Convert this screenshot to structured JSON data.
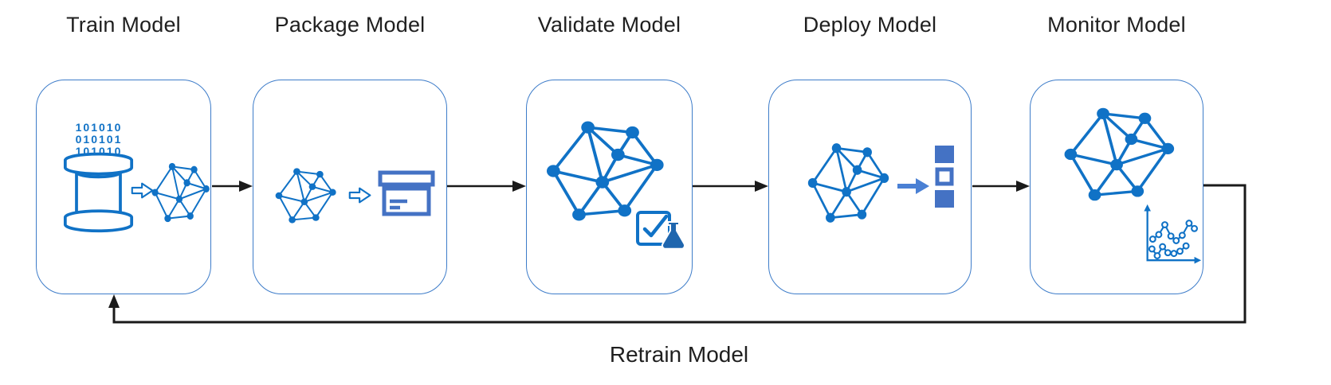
{
  "pipeline": {
    "stages": [
      {
        "label": "Train Model",
        "icons": [
          "binary-data-text",
          "database-icon",
          "hollow-arrow-icon",
          "model-network-icon"
        ]
      },
      {
        "label": "Package Model",
        "icons": [
          "model-network-icon",
          "hollow-arrow-icon",
          "package-box-icon"
        ]
      },
      {
        "label": "Validate Model",
        "icons": [
          "model-network-icon",
          "check-flask-icon"
        ]
      },
      {
        "label": "Deploy Model",
        "icons": [
          "model-network-icon",
          "deploy-arrow-icon",
          "container-stack-icon"
        ]
      },
      {
        "label": "Monitor Model",
        "icons": [
          "model-network-icon",
          "metrics-chart-icon"
        ]
      }
    ],
    "train_data_bits": [
      "101010",
      "010101",
      "101010"
    ],
    "feedback": {
      "label": "Retrain Model"
    },
    "colors": {
      "graph_blue": "#1072C6",
      "muted_blue": "#4472C4",
      "deploy_arrow_blue": "#4A80D4",
      "flask_blue": "#1F66AE",
      "box_border_blue": "#3D7CC9",
      "connector_black": "#1A1A1A",
      "title_text": "#1F1F1F"
    }
  }
}
